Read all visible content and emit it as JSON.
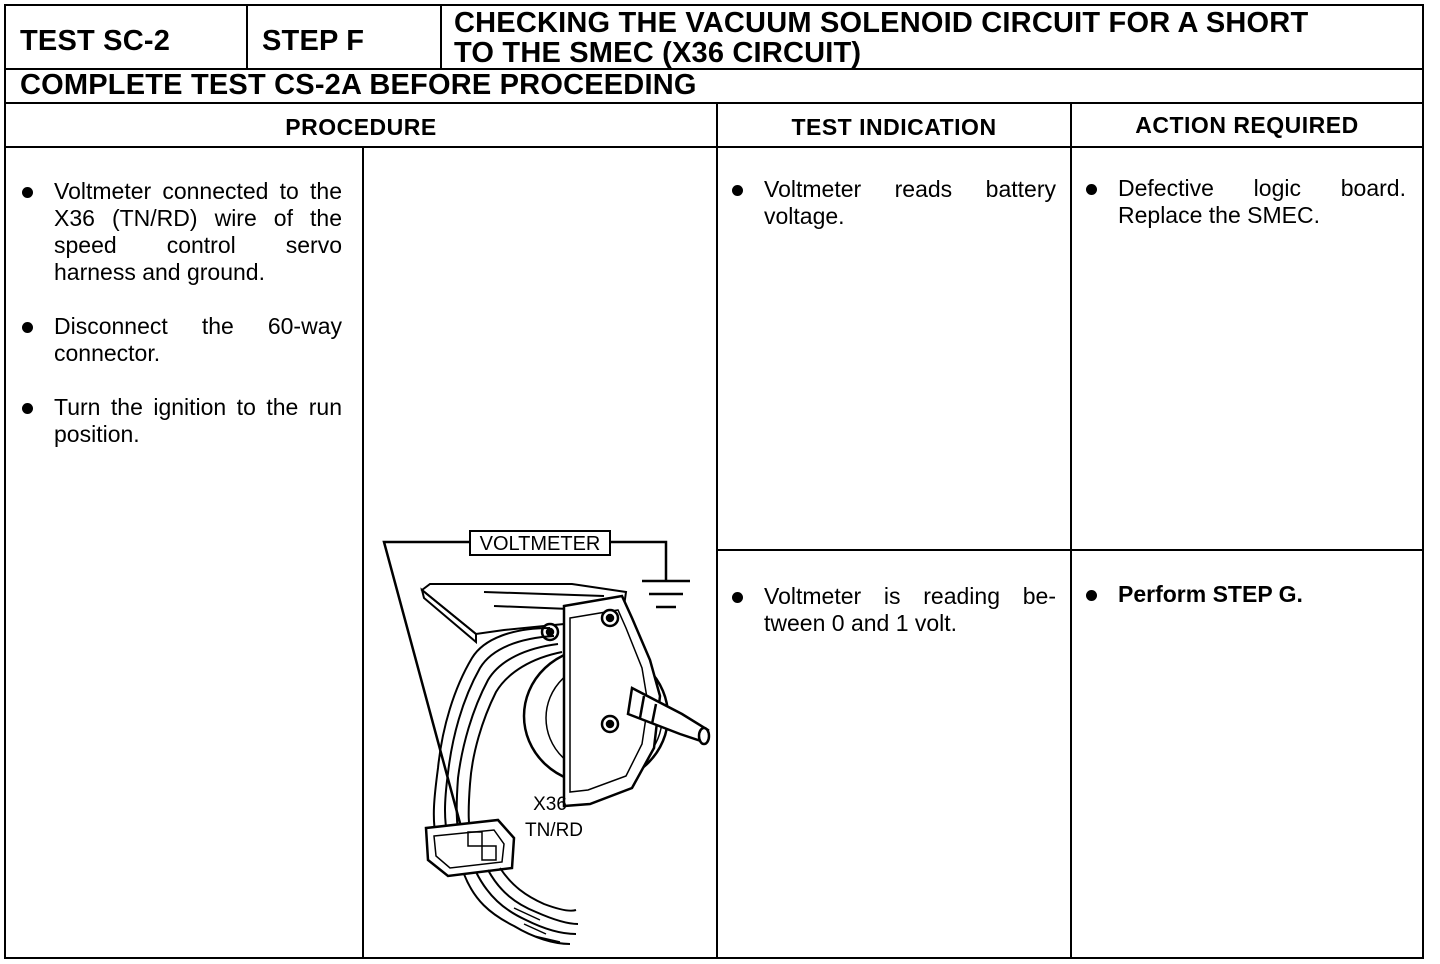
{
  "header": {
    "test_id": "TEST SC-2",
    "step": "STEP F",
    "title_line1": "CHECKING THE VACUUM SOLENOID CIRCUIT FOR A SHORT",
    "title_line2": "TO THE SMEC (X36 CIRCUIT)",
    "prerequisite": "COMPLETE TEST CS-2A BEFORE PROCEEDING"
  },
  "columns": {
    "procedure": "PROCEDURE",
    "test_indication": "TEST INDICATION",
    "action_required": "ACTION REQUIRED"
  },
  "procedure_steps": [
    "Voltmeter connected to the X36 (TN/RD) wire of the speed control servo harness and ground.",
    "Disconnect the 60-way connector.",
    "Turn the ignition to the run position."
  ],
  "diagram": {
    "meter_label": "VOLTMETER",
    "wire_code": "X36",
    "wire_color": "TN/RD"
  },
  "results": [
    {
      "indication": "Voltmeter reads battery voltage.",
      "action": "Defective logic board. Replace the SMEC."
    },
    {
      "indication": "Voltmeter is reading be- tween 0 and 1 volt.",
      "action": "Perform STEP G."
    }
  ]
}
